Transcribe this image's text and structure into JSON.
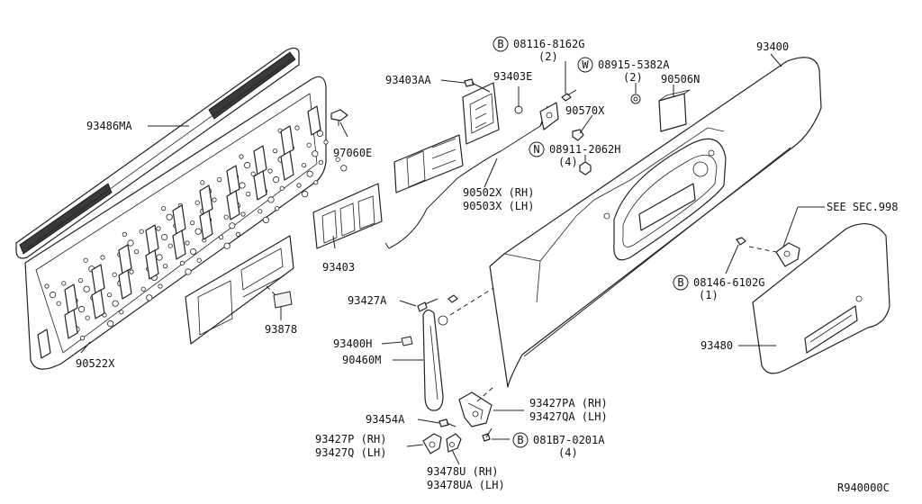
{
  "diagram": {
    "labels": {
      "p93486MA": "93486MA",
      "p90522X": "90522X",
      "p97060E": "97060E",
      "p93403AA": "93403AA",
      "p93403E": "93403E",
      "p93403": "93403",
      "p93878": "93878",
      "p08116": "08116-8162G",
      "p08116q": "(2)",
      "p08915": "08915-5382A",
      "p08915q": "(2)",
      "p90570X": "90570X",
      "p08911": "08911-2062H",
      "p08911q": "(4)",
      "p90502X": "90502X (RH)",
      "p90503X": "90503X (LH)",
      "p93400": "93400",
      "p90506N": "90506N",
      "pSEE": "SEE SEC.998",
      "p08146": "08146-6102G",
      "p08146q": "(1)",
      "p93480": "93480",
      "p93427A": "93427A",
      "p93400H": "93400H",
      "p90460M": "90460M",
      "p93454A": "93454A",
      "p93427PA": "93427PA (RH)",
      "p93427QA": "93427QA (LH)",
      "p93427P": "93427P (RH)",
      "p93427Q": "93427Q (LH)",
      "p081B7": "081B7-0201A",
      "p081B7q": "(4)",
      "p93478U": "93478U (RH)",
      "p93478UA": "93478UA (LH)",
      "ref": "R940000C"
    },
    "prefix_markers": {
      "B": "B",
      "W": "W",
      "N": "N"
    }
  }
}
